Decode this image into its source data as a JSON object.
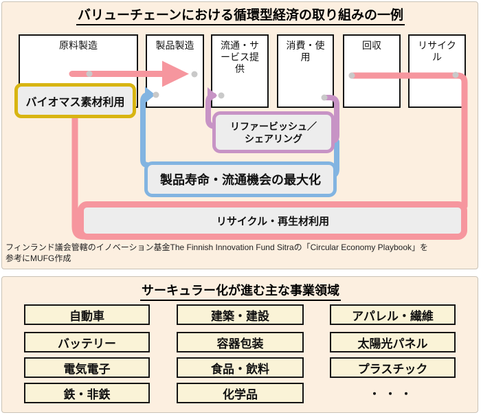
{
  "panel1": {
    "title": "バリューチェーンにおける循環型経済の取り組みの一例",
    "stages": [
      {
        "label": "原料製造"
      },
      {
        "label": "製品製造"
      },
      {
        "label": "流通・サービス提供"
      },
      {
        "label": "消費・使用"
      },
      {
        "label": "回収"
      },
      {
        "label": "リサイクル"
      }
    ],
    "flow_labels": {
      "biomass": "バイオマス素材利用",
      "refurbish_line1": "リファービッシュ／",
      "refurbish_line2": "シェアリング",
      "lifetime": "製品寿命・流通機会の最大化",
      "recycle": "リサイクル・再生材利用"
    },
    "source": {
      "line1": "フィンランド議会管轄のイノベーション基金The Finnish Innovation Fund Sitraの「Circular Economy Playbook」を",
      "line2": "参考にMUFG作成"
    }
  },
  "panel2": {
    "title": "サーキュラー化が進む主な事業領域",
    "items": [
      "自動車",
      "建築・建設",
      "アパレル・繊維",
      "バッテリー",
      "容器包装",
      "太陽光パネル",
      "電気電子",
      "食品・飲料",
      "プラスチック",
      "鉄・非鉄",
      "化学品",
      "・・・"
    ]
  },
  "colors": {
    "panel_bg": "#fcefe0",
    "flow_pink": "#f6969e",
    "loop_blue": "#82b4e1",
    "loop_purple": "#c793c5",
    "biomass_yellow": "#d8b512",
    "label_box_fill": "#ededed",
    "cell_bg": "#faf3d7",
    "connector_dot": "#c9c9c9"
  }
}
